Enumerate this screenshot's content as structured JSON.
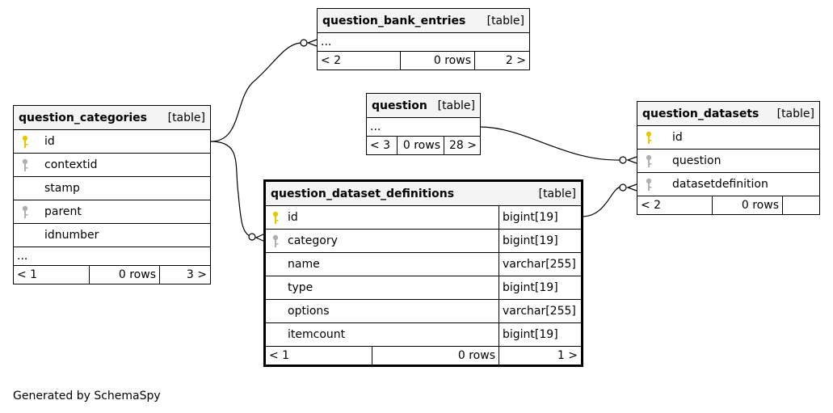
{
  "tables": {
    "question_bank_entries": {
      "name": "question_bank_entries",
      "tag": "[table]",
      "more": "...",
      "footer": {
        "left": "< 2",
        "rows": "0 rows",
        "right": "2 >"
      }
    },
    "question": {
      "name": "question",
      "tag": "[table]",
      "more": "...",
      "footer": {
        "left": "< 3",
        "rows": "0 rows",
        "right": "28 >"
      }
    },
    "question_categories": {
      "name": "question_categories",
      "tag": "[table]",
      "columns": [
        {
          "name": "id",
          "key": "primary"
        },
        {
          "name": "contextid",
          "key": "foreign"
        },
        {
          "name": "stamp",
          "key": "none"
        },
        {
          "name": "parent",
          "key": "foreign"
        },
        {
          "name": "idnumber",
          "key": "none"
        }
      ],
      "more": "...",
      "footer": {
        "left": "< 1",
        "rows": "0 rows",
        "right": "3 >"
      }
    },
    "question_datasets": {
      "name": "question_datasets",
      "tag": "[table]",
      "columns": [
        {
          "name": "id",
          "key": "primary"
        },
        {
          "name": "question",
          "key": "foreign"
        },
        {
          "name": "datasetdefinition",
          "key": "foreign"
        }
      ],
      "footer": {
        "left": "< 2",
        "rows": "0 rows",
        "right": ""
      }
    },
    "question_dataset_definitions": {
      "name": "question_dataset_definitions",
      "tag": "[table]",
      "columns": [
        {
          "name": "id",
          "type": "bigint[19]",
          "key": "primary"
        },
        {
          "name": "category",
          "type": "bigint[19]",
          "key": "foreign"
        },
        {
          "name": "name",
          "type": "varchar[255]",
          "key": "none"
        },
        {
          "name": "type",
          "type": "bigint[19]",
          "key": "none"
        },
        {
          "name": "options",
          "type": "varchar[255]",
          "key": "none"
        },
        {
          "name": "itemcount",
          "type": "bigint[19]",
          "key": "none"
        }
      ],
      "footer": {
        "left": "< 1",
        "rows": "0 rows",
        "right": "1 >"
      }
    }
  },
  "key_colors": {
    "primary": "#e6c800",
    "foreign": "#b0b0b0"
  },
  "generated_by": "Generated by SchemaSpy"
}
